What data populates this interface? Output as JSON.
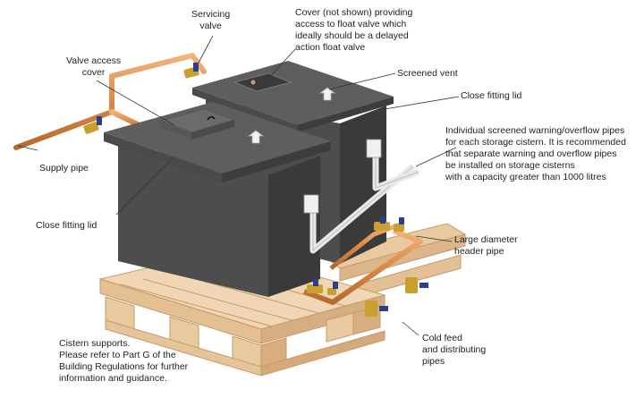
{
  "labels": {
    "servicing_valve": [
      "Servicing",
      "valve"
    ],
    "cover_not_shown": [
      "Cover (not shown) providing",
      "access to float valve which",
      "ideally should be a delayed",
      "action float valve"
    ],
    "valve_access_cover": [
      "Valve access",
      "cover"
    ],
    "screened_vent": "Screened vent",
    "close_fitting_lid_right": "Close fitting lid",
    "overflow_pipes": [
      "Individual screened warning/overflow pipes",
      "for each storage cistern. It is recommended",
      "that separate warning and overflow pipes",
      "be installed on storage cisterns",
      "with a capacity greater than 1000 litres"
    ],
    "supply_pipe": "Supply pipe",
    "close_fitting_lid_left": "Close fitting lid",
    "header_pipe": [
      "Large diameter",
      "header pipe"
    ],
    "cold_feed": [
      "Cold feed",
      "and distributing",
      "pipes"
    ],
    "cistern_supports": [
      "Cistern supports.",
      "Please refer to Part G of the",
      "Building Regulations for further",
      "information and guidance."
    ]
  },
  "colors": {
    "tank_front": "#4d4d4d",
    "tank_side": "#3a3a3a",
    "tank_top": "#5e5e5e",
    "copper_pipe": "#e0975a",
    "pallet_wood": "#ecd0ad",
    "valve_blue": "#2b3f8c",
    "valve_brass": "#c9a030"
  }
}
